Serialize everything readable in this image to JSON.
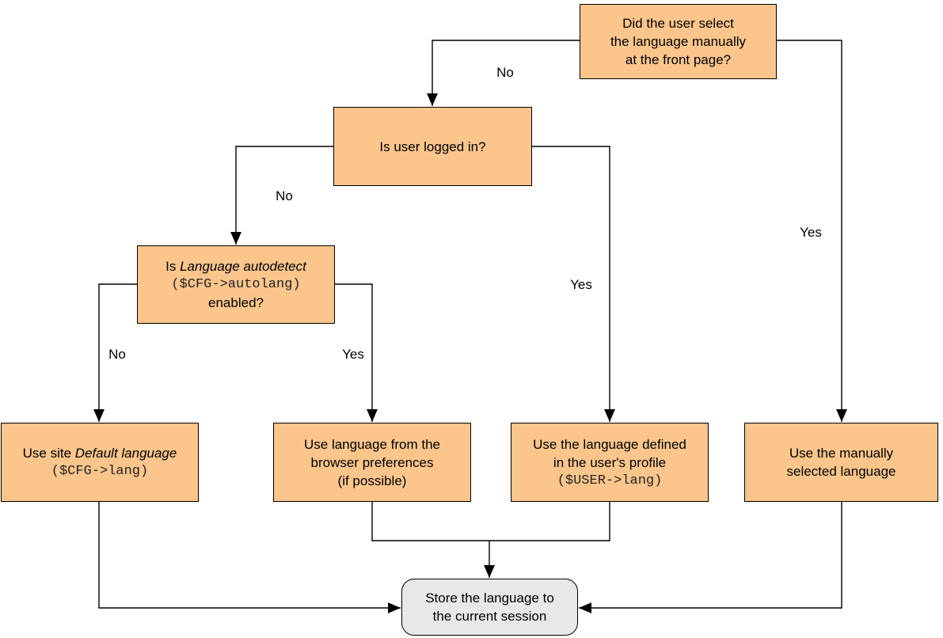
{
  "colors": {
    "node_fill": "#FBC58C",
    "node_border": "#000000",
    "terminal_fill": "#E8E8E8",
    "line_color": "#000000"
  },
  "nodes": {
    "front_page": {
      "lines": [
        "Did the user select",
        "the language manually",
        "at the front page?"
      ]
    },
    "logged_in": {
      "label": "Is user logged in?"
    },
    "autodetect": {
      "l1_plain": "Is ",
      "l1_italic": "Language autodetect",
      "l2_code": "($CFG->autolang)",
      "l3": "enabled?"
    },
    "default_lang": {
      "l1_plain": "Use site ",
      "l1_italic": "Default language",
      "l2_code": "($CFG->lang)"
    },
    "browser_lang": {
      "lines": [
        "Use language from the",
        "browser preferences",
        "(if possible)"
      ]
    },
    "profile_lang": {
      "lines": [
        "Use the language defined",
        "in the user's profile"
      ],
      "code": "($USER->lang)"
    },
    "manual_lang": {
      "lines": [
        "Use the manually",
        "selected language"
      ]
    },
    "store_session": {
      "lines": [
        "Store the language to",
        "the current session"
      ]
    }
  },
  "edge_labels": {
    "front_no": "No",
    "front_yes": "Yes",
    "logged_no": "No",
    "logged_yes": "Yes",
    "autodetect_no": "No",
    "autodetect_yes": "Yes"
  }
}
